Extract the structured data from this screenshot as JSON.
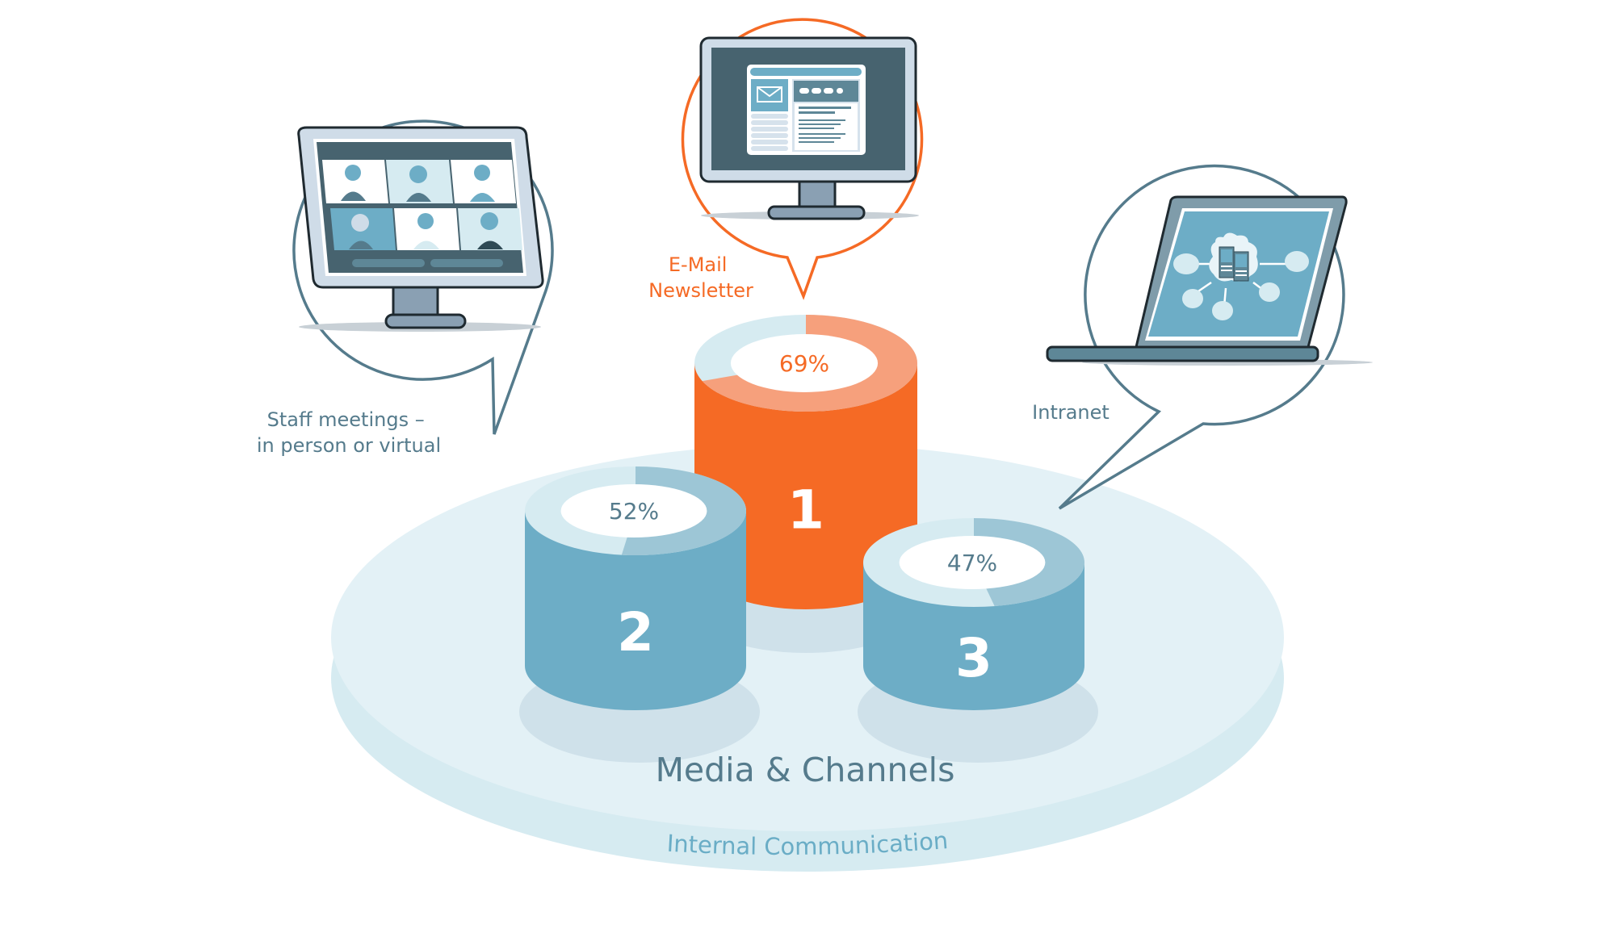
{
  "title": "Media & Channels",
  "subtitle": "Internal Communication",
  "colors": {
    "platform_top": "#e3f1f6",
    "platform_rim": "#d5eaf1",
    "orange": "#f56a25",
    "orange_light": "#f6a07c",
    "blue": "#6dadc6",
    "blue_light": "#9dc6d6",
    "ring_bg": "#d6ebf1",
    "text_dark": "#557b8c",
    "text_blue": "#6aadc6",
    "bubble_stroke": "#557b8c"
  },
  "channels": [
    {
      "rank": "1",
      "label": "E-Mail Newsletter",
      "label_lines": [
        "E-Mail",
        "Newsletter"
      ],
      "percent": 69,
      "percent_label": "69%",
      "icon": "email-newsletter-monitor-icon",
      "color": "orange"
    },
    {
      "rank": "2",
      "label": "Staff meetings – in person or virtual",
      "label_lines": [
        "Staff meetings –",
        "in person or virtual"
      ],
      "percent": 52,
      "percent_label": "52%",
      "icon": "video-conference-monitor-icon",
      "color": "blue"
    },
    {
      "rank": "3",
      "label": "Intranet",
      "label_lines": [
        "Intranet"
      ],
      "percent": 47,
      "percent_label": "47%",
      "icon": "intranet-laptop-network-icon",
      "color": "blue"
    }
  ],
  "chart_data": {
    "type": "bar",
    "title": "Media & Channels",
    "subtitle": "Internal Communication",
    "categories": [
      "E-Mail Newsletter",
      "Staff meetings – in person or virtual",
      "Intranet"
    ],
    "values": [
      69,
      52,
      47
    ],
    "ranks": [
      1,
      2,
      3
    ],
    "unit": "%",
    "xlabel": "",
    "ylabel": "",
    "ylim": [
      0,
      100
    ],
    "grid": false,
    "legend": "none"
  }
}
